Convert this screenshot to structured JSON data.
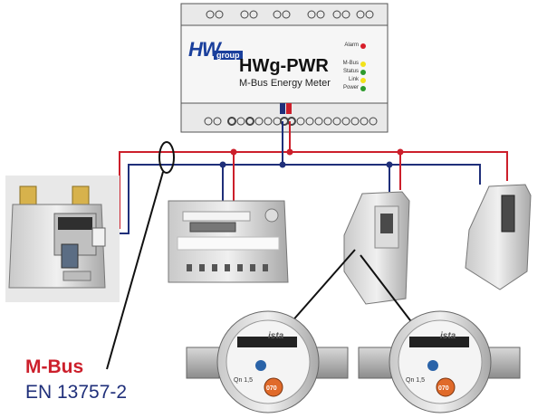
{
  "device": {
    "logo_main": "HW",
    "logo_sub": "group",
    "title": "HWg-PWR",
    "subtitle": "M-Bus Energy Meter",
    "leds": [
      {
        "label": "Alarm",
        "color": "#d81e2a"
      },
      {
        "label": "M-Bus",
        "color": "#f2e21a"
      },
      {
        "label": "Status",
        "color": "#2c9a2c"
      },
      {
        "label": "Link",
        "color": "#f2e21a"
      },
      {
        "label": "Power",
        "color": "#2c9a2c"
      }
    ]
  },
  "labels": {
    "bus": "M-Bus",
    "standard": "EN 13757-2"
  },
  "meters": {
    "water_brand": "ista",
    "water_rating": "Qn 1,5",
    "water_dial": "070"
  },
  "colors": {
    "wire_red": "#cc1f2b",
    "wire_blue": "#1f2f7a"
  }
}
